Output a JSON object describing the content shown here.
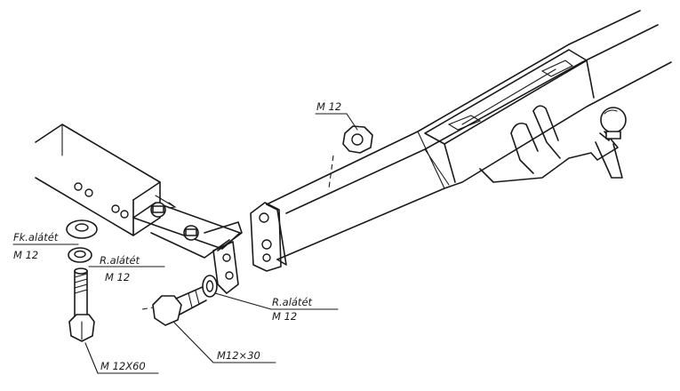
{
  "labels": {
    "nut": "M 12",
    "flat_washer": "Fk.alátét",
    "flat_washer_size": "M 12",
    "spring_washer_left": "R.alátét",
    "spring_washer_left_size": "M  12",
    "spring_washer_right": "R.alátét",
    "spring_washer_right_size": "M 12",
    "short_bolt": "M12×30",
    "long_bolt": "M 12X60"
  }
}
